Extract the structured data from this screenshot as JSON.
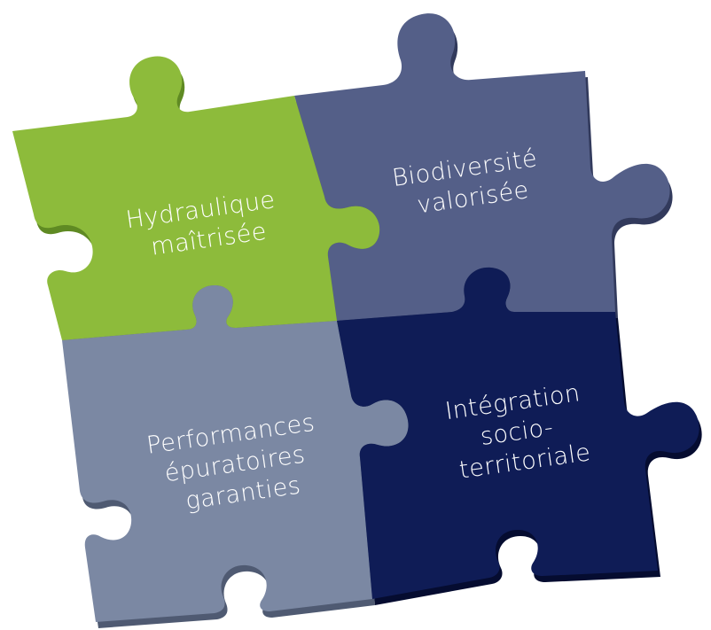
{
  "puzzle": {
    "pieces": [
      {
        "id": "hydraulique",
        "lines": [
          "Hydraulique",
          "maîtrisée"
        ],
        "color": "#8dbb3b",
        "shadow": "#5f8a23"
      },
      {
        "id": "biodiversite",
        "lines": [
          "Biodiversité",
          "valorisée"
        ],
        "color": "#545f88",
        "shadow": "#323a5c"
      },
      {
        "id": "performances",
        "lines": [
          "Performances",
          "épuratoires",
          "garanties"
        ],
        "color": "#7b88a3",
        "shadow": "#4f5a72"
      },
      {
        "id": "integration",
        "lines": [
          "Intégration",
          "socio-",
          "territoriale"
        ],
        "color": "#0f1c56",
        "shadow": "#050c30"
      }
    ]
  }
}
